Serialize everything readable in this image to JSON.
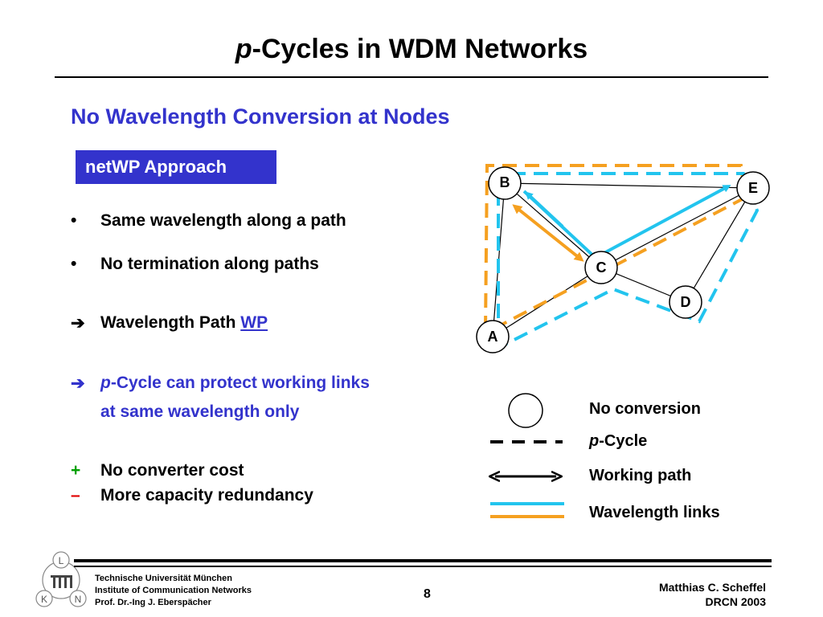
{
  "header": {
    "title_italic": "p",
    "title_rest": "-Cycles in WDM Networks"
  },
  "subtitle": "No Wavelength Conversion at Nodes",
  "approach_box": "netWP Approach",
  "bullets": [
    {
      "mark": "•",
      "text": "Same wavelength along a path"
    },
    {
      "mark": "•",
      "text": "No termination along paths"
    }
  ],
  "arrow_items": {
    "wavelength_path": {
      "mark": "➔",
      "text": "Wavelength Path ",
      "link": "WP"
    },
    "pcycle": {
      "mark": "➔",
      "italic": "p",
      "line1": "-Cycle can protect working links",
      "line2": "at same wavelength only"
    }
  },
  "pros_cons": [
    {
      "mark": "+",
      "text": "No converter cost"
    },
    {
      "mark": "–",
      "text": "More capacity redundancy"
    }
  ],
  "diagram": {
    "nodes": [
      {
        "id": "B",
        "label": "B"
      },
      {
        "id": "E",
        "label": "E"
      },
      {
        "id": "C",
        "label": "C"
      },
      {
        "id": "D",
        "label": "D"
      },
      {
        "id": "A",
        "label": "A"
      }
    ],
    "colors": {
      "cyan": "#22c4ee",
      "orange": "#f5a020"
    }
  },
  "legend": {
    "no_conversion": "No conversion",
    "pcycle_italic": "p",
    "pcycle_rest": "-Cycle",
    "working_path": "Working path",
    "wavelength_links": "Wavelength links"
  },
  "footer": {
    "logo_letters": [
      "L",
      "K",
      "N"
    ],
    "institution_lines": [
      "Technische Universität München",
      "Institute of Communication Networks",
      "Prof. Dr.-Ing J. Eberspächer"
    ],
    "page_number": "8",
    "author_lines": [
      "Matthias C. Scheffel",
      "DRCN 2003"
    ]
  }
}
